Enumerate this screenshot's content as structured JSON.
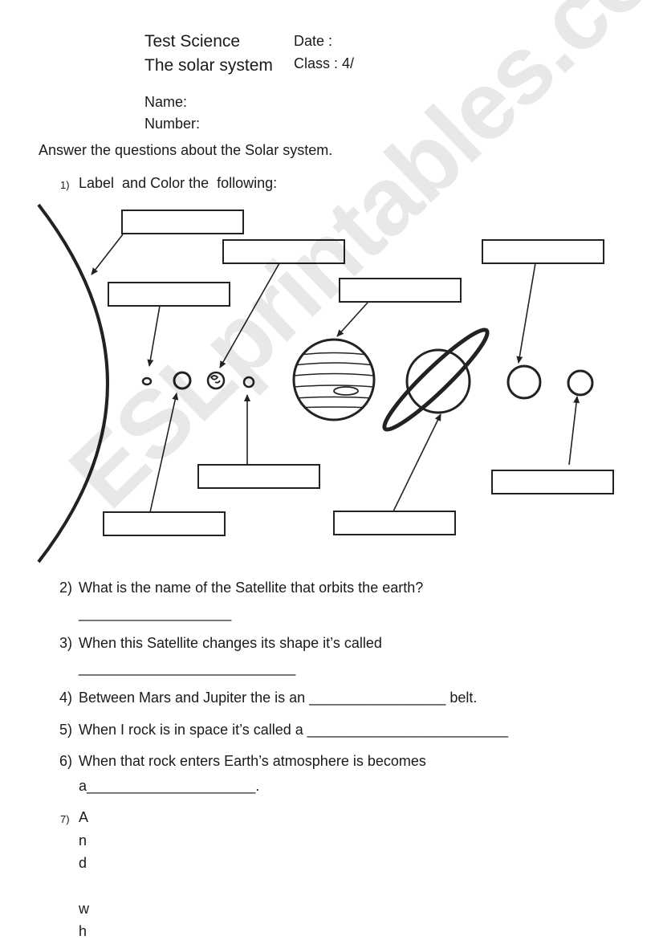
{
  "header": {
    "title_line1": "Test Science",
    "title_line2": "The solar system",
    "date_label": "Date :",
    "class_label": "Class : 4/",
    "name_label": "Name:",
    "number_label": "Number:"
  },
  "instructions": "Answer the questions about the Solar system.",
  "questions": [
    {
      "num": "1)",
      "text": "Label  and Color the  following:"
    },
    {
      "num": "2)",
      "text": "What is the name of the Satellite that orbits the earth?",
      "answer_line": "___________________"
    },
    {
      "num": "3)",
      "text": "When this Satellite changes its shape it’s called",
      "answer_line": "___________________________"
    },
    {
      "num": "4)",
      "text": "Between Mars and Jupiter the is an _________________ belt."
    },
    {
      "num": "5)",
      "text": "When I rock is in space it’s called a _________________________"
    },
    {
      "num": "6)",
      "text": "When that rock enters Earth’s atmosphere is becomes",
      "answer_line": "a_____________________."
    },
    {
      "num": "7)",
      "letters": [
        "A",
        "n",
        "d",
        "",
        "w",
        "h"
      ]
    }
  ],
  "watermark": "ESLprintables.com",
  "colors": {
    "text": "#1a1a1a",
    "line": "#222222",
    "watermark": "rgba(0,0,0,0.09)"
  }
}
